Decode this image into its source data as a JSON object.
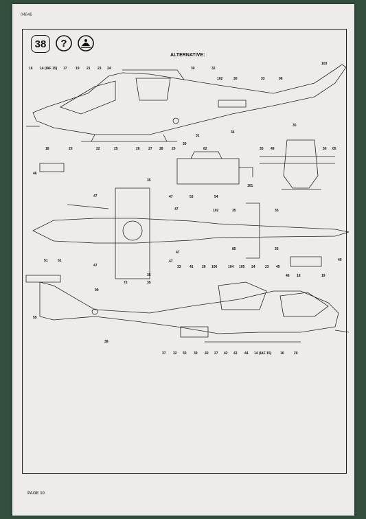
{
  "header": {
    "product_code": "04646",
    "step_number": "38",
    "alternative_label": "ALTERNATIVE:"
  },
  "footer": {
    "page_label": "PAGE 10"
  },
  "icons": [
    "help-icon",
    "paint-icon"
  ],
  "colors": {
    "background": "#33503f",
    "paper": "#eeecea",
    "ink": "#111111"
  },
  "callouts": {
    "top_side": [
      "16",
      "14 (IAF 15)",
      "17",
      "19",
      "21",
      "23",
      "24",
      "30",
      "32",
      "102",
      "30",
      "33",
      "06",
      "103",
      "35",
      "34",
      "31",
      "30",
      "20",
      "28",
      "27",
      "26",
      "25",
      "22",
      "20",
      "18"
    ],
    "details": [
      "62",
      "53",
      "54",
      "101",
      "46",
      "35",
      "49",
      "50",
      "05"
    ],
    "top_view": [
      "47",
      "35",
      "47",
      "47",
      "102",
      "35",
      "35",
      "47",
      "47",
      "35",
      "72",
      "47",
      "35",
      "85",
      "35"
    ],
    "lower_side": [
      "51",
      "51",
      "99",
      "55",
      "38",
      "33",
      "41",
      "26",
      "106",
      "104",
      "105",
      "24",
      "23",
      "45",
      "46",
      "18",
      "19",
      "40",
      "37",
      "32",
      "35",
      "39",
      "40",
      "27",
      "42",
      "43",
      "44",
      "14 (IAF 15)",
      "16",
      "20"
    ]
  }
}
